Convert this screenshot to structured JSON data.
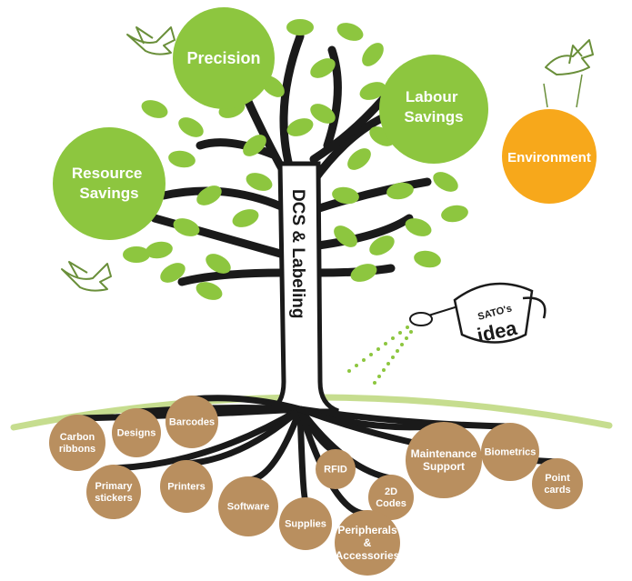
{
  "diagram": {
    "trunk_label": "DCS & Labeling",
    "canopy": [
      {
        "id": "precision",
        "label": [
          "Precision"
        ]
      },
      {
        "id": "labour",
        "label": [
          "Labour",
          "Savings"
        ]
      },
      {
        "id": "resource",
        "label": [
          "Resource",
          "Savings"
        ]
      }
    ],
    "environment": {
      "label": [
        "Environment"
      ]
    },
    "watering_can": {
      "line1": "SATO's",
      "line2": "idea"
    },
    "roots": [
      {
        "id": "carbon",
        "label": [
          "Carbon",
          "ribbons"
        ]
      },
      {
        "id": "designs",
        "label": [
          "Designs"
        ]
      },
      {
        "id": "barcodes",
        "label": [
          "Barcodes"
        ]
      },
      {
        "id": "primary",
        "label": [
          "Primary",
          "stickers"
        ]
      },
      {
        "id": "printers",
        "label": [
          "Printers"
        ]
      },
      {
        "id": "software",
        "label": [
          "Software"
        ]
      },
      {
        "id": "supplies",
        "label": [
          "Supplies"
        ]
      },
      {
        "id": "rfid",
        "label": [
          "RFID"
        ]
      },
      {
        "id": "codes2d",
        "label": [
          "2D",
          "Codes"
        ]
      },
      {
        "id": "peripherals",
        "label": [
          "Peripherals",
          "&",
          "Accessories"
        ]
      },
      {
        "id": "maintenance",
        "label": [
          "Maintenance",
          "Support"
        ]
      },
      {
        "id": "biometrics",
        "label": [
          "Biometrics"
        ]
      },
      {
        "id": "pointcards",
        "label": [
          "Point",
          "cards"
        ]
      }
    ],
    "colors": {
      "leaf": "#8dc63f",
      "canopy_circle": "#8dc63f",
      "environment": "#f7a81b",
      "root_node": "#b98f5f",
      "branch": "#1a1a1a",
      "ground": "#c6dd8f",
      "bird_outline": "#6a8f3a"
    },
    "icons": [
      "bird-icon",
      "watering-can-icon"
    ]
  }
}
